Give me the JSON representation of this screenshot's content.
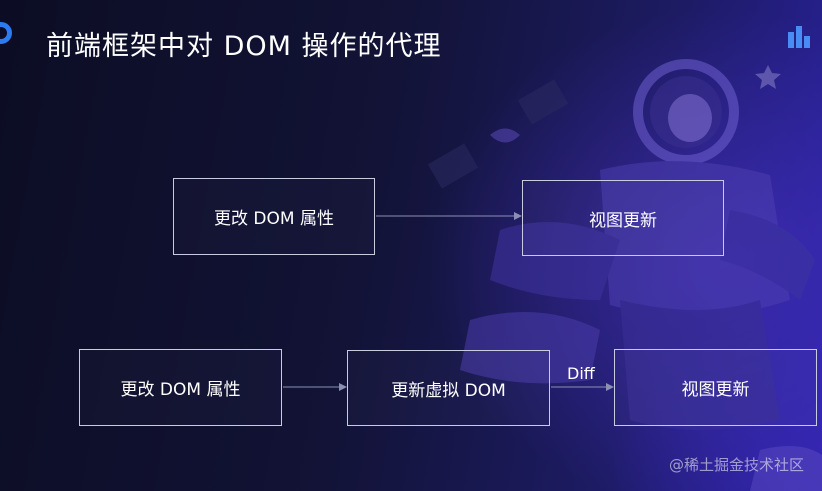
{
  "title": "前端框架中对 DOM 操作的代理",
  "row1": {
    "source": "更改 DOM 属性",
    "target": "视图更新"
  },
  "row2": {
    "source": "更改 DOM 属性",
    "middle": "更新虚拟 DOM",
    "edge_label": "Diff",
    "target": "视图更新"
  },
  "watermark": "@稀土掘金技术社区",
  "colors": {
    "box_border": "#c9cbe0",
    "arrow": "#8c8fb4",
    "logo_accent": "#2d7bf0"
  },
  "icons": [
    "logo-ring-icon",
    "logo-bars-icon",
    "astronaut-illustration"
  ]
}
